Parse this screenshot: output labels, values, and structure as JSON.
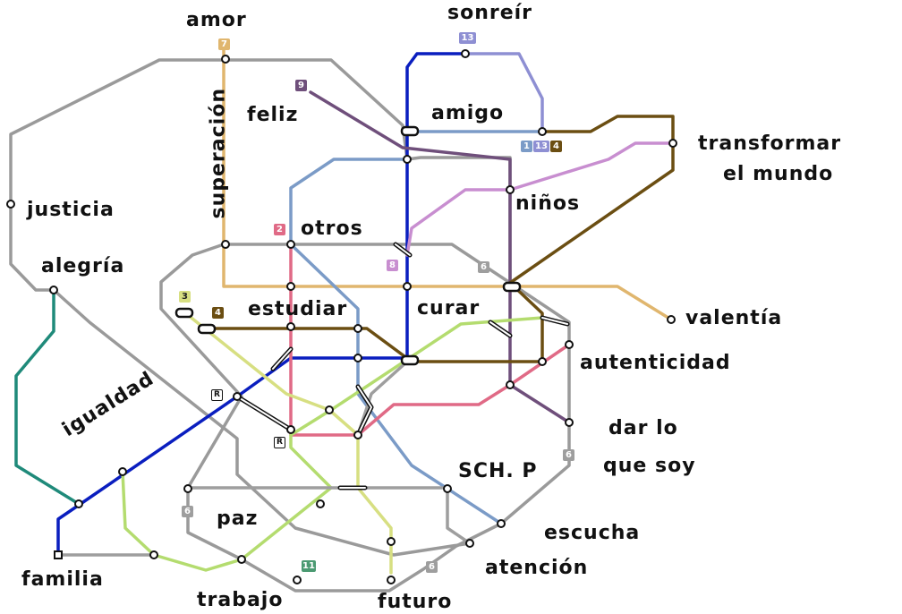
{
  "stations": {
    "amor": "amor",
    "sonreir": "sonreír",
    "feliz": "feliz",
    "amigo": "amigo",
    "transformar": "transformar",
    "el_mundo": "el mundo",
    "justicia": "justicia",
    "superacion": "superación",
    "otros": "otros",
    "ninos": "niños",
    "alegria": "alegría",
    "valentia": "valentía",
    "estudiar": "estudiar",
    "curar": "curar",
    "autenticidad": "autenticidad",
    "igualdad": "igualdad",
    "dar_lo": "dar lo",
    "que_soy": "que soy",
    "sch_p": "SCH. P",
    "paz": "paz",
    "escucha": "escucha",
    "atencion": "atención",
    "familia": "familia",
    "trabajo": "trabajo",
    "futuro": "futuro"
  },
  "line_badges": {
    "l7": "7",
    "l13": "13",
    "l9": "9",
    "l1": "1",
    "l13b": "13",
    "l4": "4",
    "l2": "2",
    "l8": "8",
    "l6a": "6",
    "l3": "3",
    "l4b": "4",
    "l6b": "6",
    "l6c": "6",
    "l11": "11",
    "l6d": "6",
    "lr1": "R",
    "lr2": "R"
  },
  "colors": {
    "line1": "#7b9bc7",
    "line2": "#e06a86",
    "line3": "#d7df82",
    "line4": "#6b4e12",
    "line5": "#8b9ec1",
    "line6": "#9e9e9e",
    "line7": "#e0b66e",
    "line8": "#c88ed0",
    "line9": "#6f4f7b",
    "line10": "#0a1ebf",
    "line11": "#1f8a7a",
    "line12": "#b4dc6f",
    "line13": "#8e8fd3",
    "linegray": "#9a9a9a"
  }
}
